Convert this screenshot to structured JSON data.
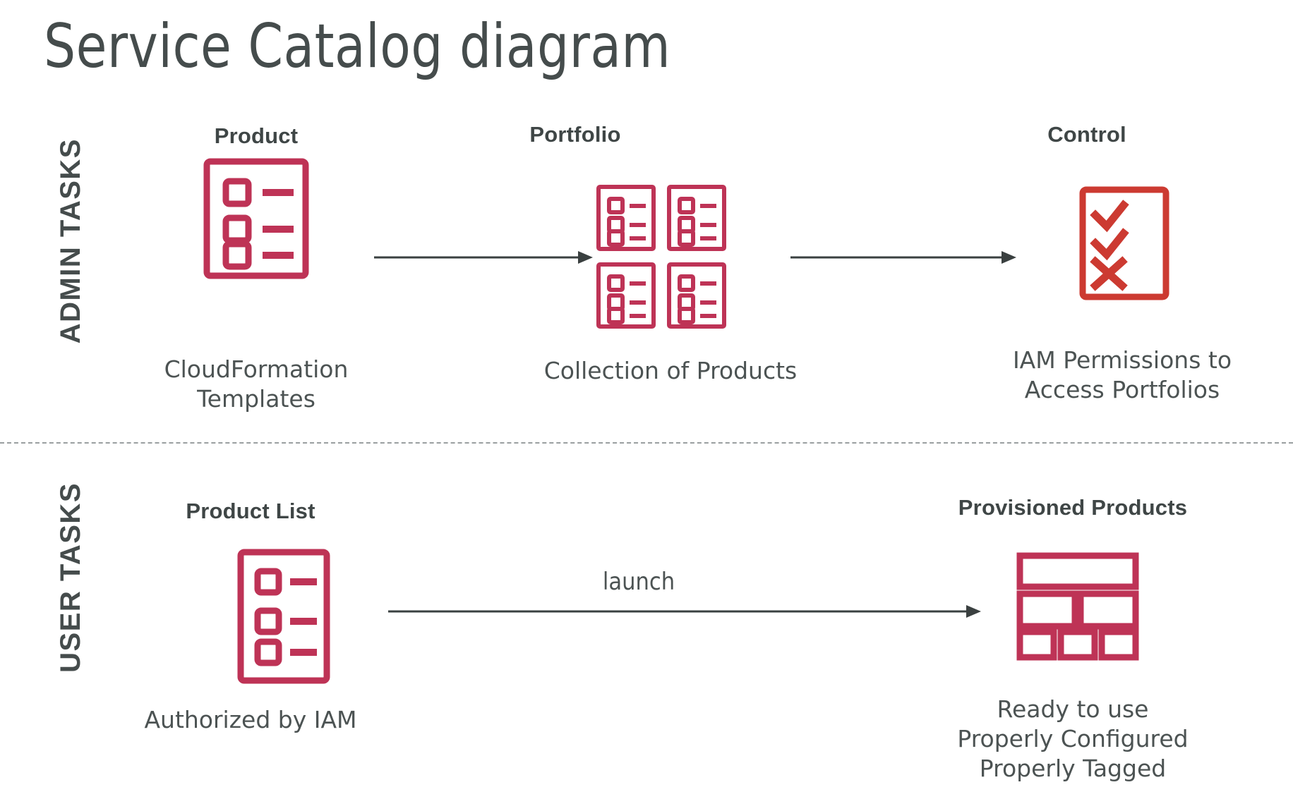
{
  "title": "Service Catalog diagram",
  "colors": {
    "crimson": "#BE3356",
    "red": "#CC3A31",
    "text_dark": "#454c4c",
    "text_body": "#4c5353",
    "arrow": "#3a4040",
    "divider": "#9a9fa0",
    "background": "#ffffff"
  },
  "bands": [
    {
      "id": "admin",
      "label": "ADMIN TASKS"
    },
    {
      "id": "user",
      "label": "USER TASKS"
    }
  ],
  "admin": {
    "nodes": [
      {
        "id": "product",
        "title": "Product",
        "caption": [
          "CloudFormation",
          "Templates"
        ],
        "icon": "product-list-document-icon"
      },
      {
        "id": "portfolio",
        "title": "Portfolio",
        "caption": [
          "Collection of Products"
        ],
        "icon": "portfolio-grid-icon"
      },
      {
        "id": "control",
        "title": "Control",
        "caption": [
          "IAM Permissions to",
          "Access Portfolios"
        ],
        "icon": "checklist-approval-icon"
      }
    ],
    "arrows": [
      {
        "id": "product-to-portfolio",
        "label": ""
      },
      {
        "id": "portfolio-to-control",
        "label": ""
      }
    ]
  },
  "user": {
    "nodes": [
      {
        "id": "product-list",
        "title": "Product List",
        "caption": [
          "Authorized by IAM"
        ],
        "icon": "product-list-document-icon"
      },
      {
        "id": "provisioned-products",
        "title": "Provisioned Products",
        "caption": [
          "Ready to use",
          "Properly Configured",
          "Properly Tagged"
        ],
        "icon": "provisioned-blocks-icon"
      }
    ],
    "arrows": [
      {
        "id": "productlist-to-provisioned",
        "label": "launch"
      }
    ]
  }
}
